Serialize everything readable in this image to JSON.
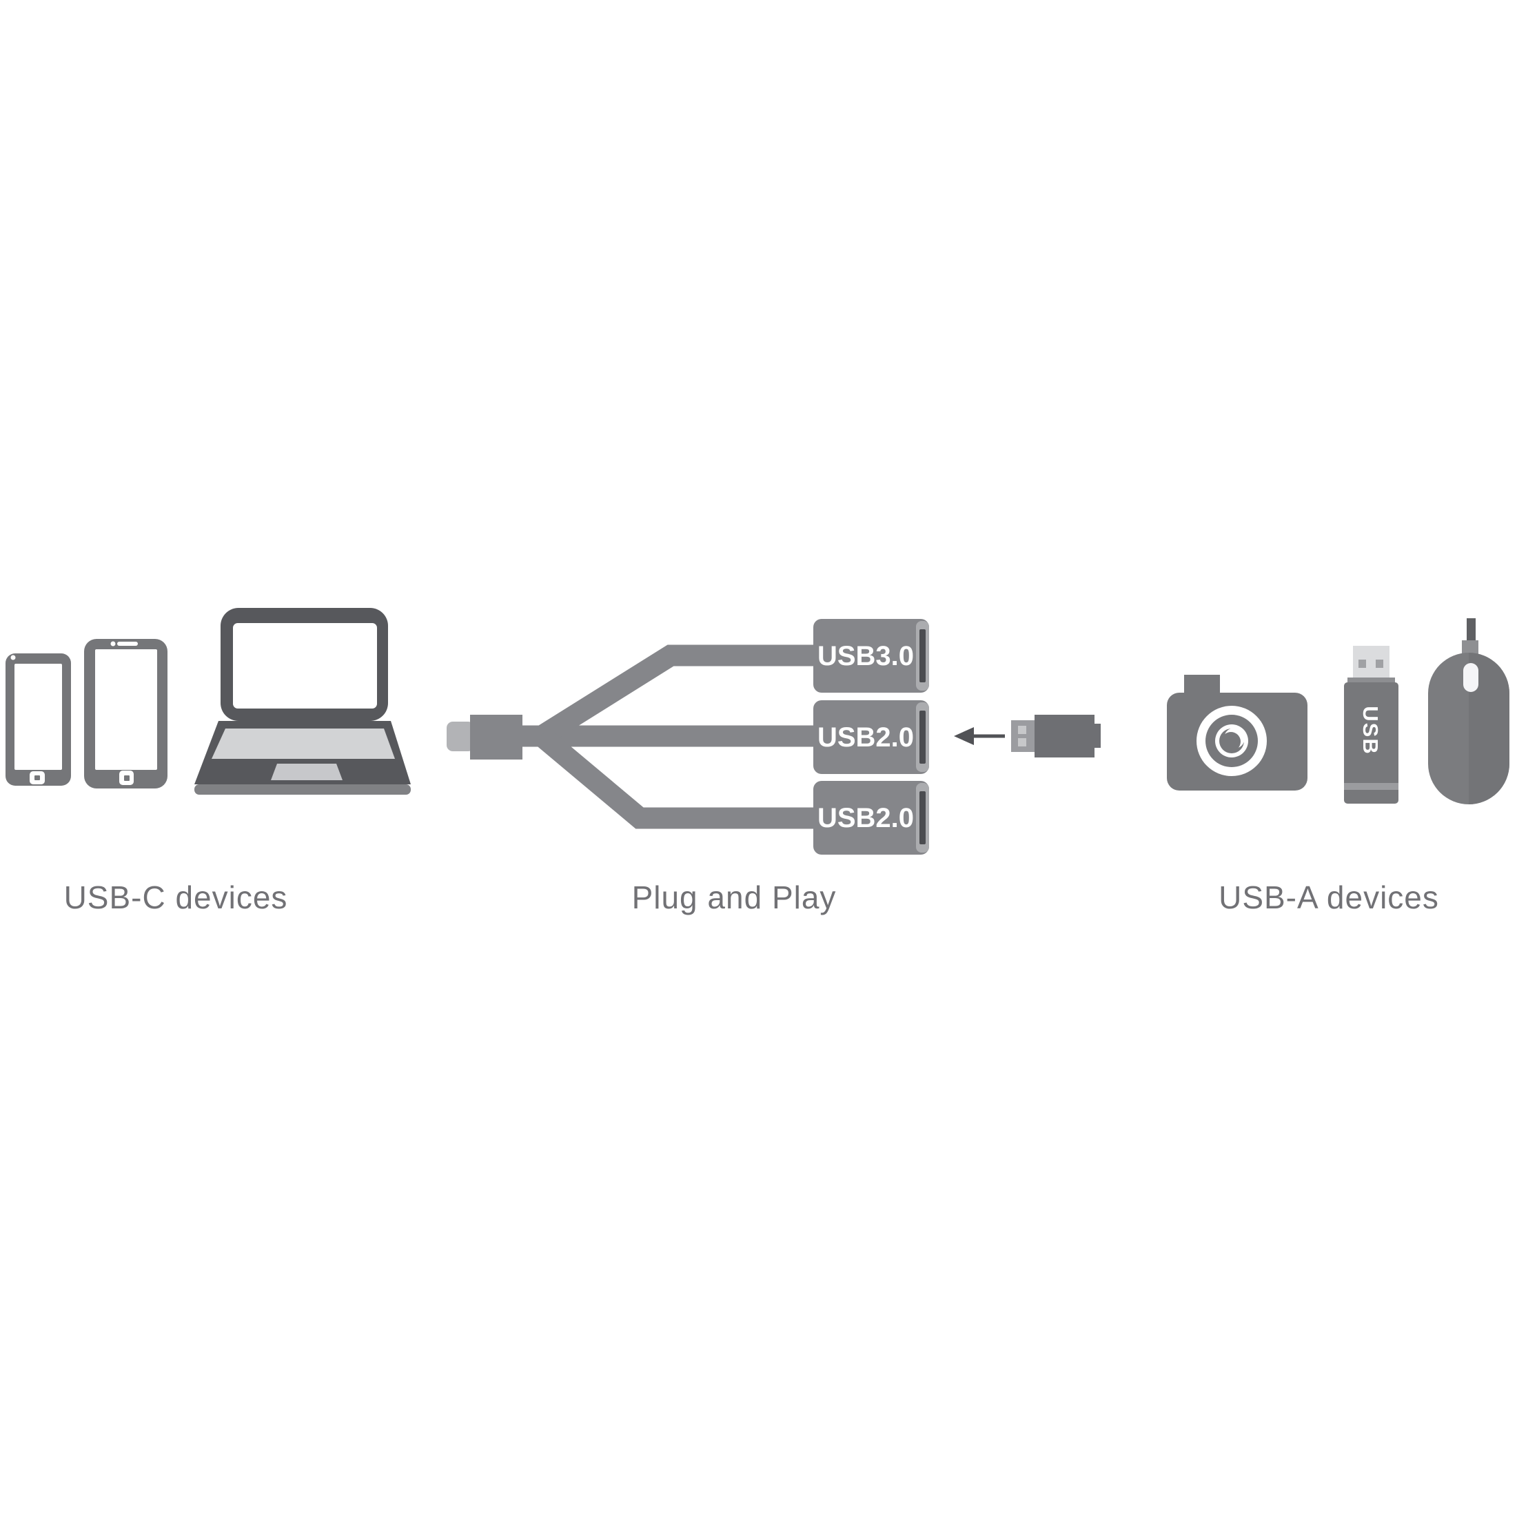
{
  "diagram": {
    "captions": {
      "left": "USB-C devices",
      "center": "Plug and Play",
      "right": "USB-A devices"
    },
    "ports": [
      {
        "label": "USB3.0"
      },
      {
        "label": "USB2.0"
      },
      {
        "label": "USB2.0"
      }
    ],
    "flash_drive": {
      "label": "USB"
    },
    "icons": {
      "left_group": [
        "smartphone-small-icon",
        "smartphone-large-icon",
        "laptop-icon"
      ],
      "center_group": [
        "usb-c-plug-icon",
        "splitter-cable",
        "usb-port-usb3",
        "usb-port-usb2-middle",
        "usb-port-usb2-bottom",
        "arrow-left-icon",
        "usb-a-plug-icon"
      ],
      "right_group": [
        "camera-icon",
        "flash-drive-icon",
        "mouse-icon"
      ]
    },
    "colors": {
      "background": "#ffffff",
      "cable_gray": "#85868a",
      "device_gray": "#77787b",
      "dark_gray": "#57585c",
      "keyboard_light": "#d2d3d5",
      "slot_dark": "#4b4c50",
      "metal_light": "#b2b3b6",
      "caption_text": "#717175",
      "port_text": "#ffffff"
    }
  }
}
